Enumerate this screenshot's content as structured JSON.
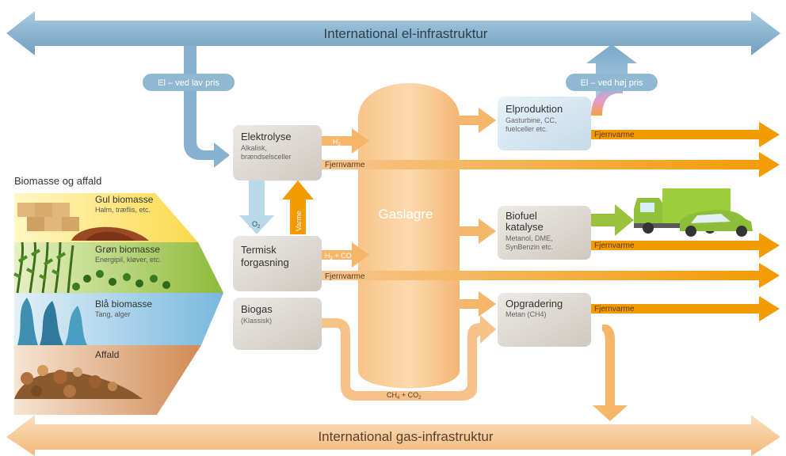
{
  "top_arrow": {
    "label": "International el-infrastruktur"
  },
  "bottom_arrow": {
    "label": "International gas-infrastruktur"
  },
  "el_low_price": "El – ved lav pris",
  "el_high_price": "El – ved høj pris",
  "biomass": {
    "heading": "Biomasse og affald",
    "items": [
      {
        "title": "Gul biomasse",
        "sub": "Halm, træflis, etc."
      },
      {
        "title": "Grøn biomasse",
        "sub": "Energipil, kløver, etc."
      },
      {
        "title": "Blå biomasse",
        "sub": "Tang, alger"
      },
      {
        "title": "Affald",
        "sub": ""
      }
    ]
  },
  "boxes": {
    "elektrolyse": {
      "title": "Elektrolyse",
      "sub1": "Alkalisk,",
      "sub2": "brændselsceller"
    },
    "termisk": {
      "title1": "Termisk",
      "title2": "forgasning"
    },
    "biogas": {
      "title": "Biogas",
      "sub": "(Klassisk)"
    },
    "elproduktion": {
      "title": "Elproduktion",
      "sub1": "Gasturbine, CC,",
      "sub2": "fuelceller etc."
    },
    "biofuel": {
      "title1": "Biofuel",
      "title2": "katalyse",
      "sub1": "Metanol, DME,",
      "sub2": "SynBenzin etc."
    },
    "opgradering": {
      "title": "Opgradering",
      "sub": "Metan (CH4)"
    }
  },
  "gaslagre": "Gaslagre",
  "flow_labels": {
    "h2": "H",
    "h2_sub": "2",
    "o2": "O",
    "o2_sub": "2",
    "varme": "Varme",
    "h2co": "H",
    "h2co_sub": "2",
    "h2co_tail": " + CO",
    "ch4co2_a": "CH",
    "ch4co2_a_sub": "4",
    "ch4co2_b": " + CO",
    "ch4co2_b_sub": "2",
    "fjernvarme": "Fjernvarme"
  },
  "colors": {
    "blue_arrow": "#8fb8d2",
    "orange_arrow": "#f39a00",
    "light_orange": "#f6c88e",
    "box_gray": "#d8d3cd",
    "box_blue": "#d5e6f1",
    "green_arrow": "#9ac23c"
  }
}
